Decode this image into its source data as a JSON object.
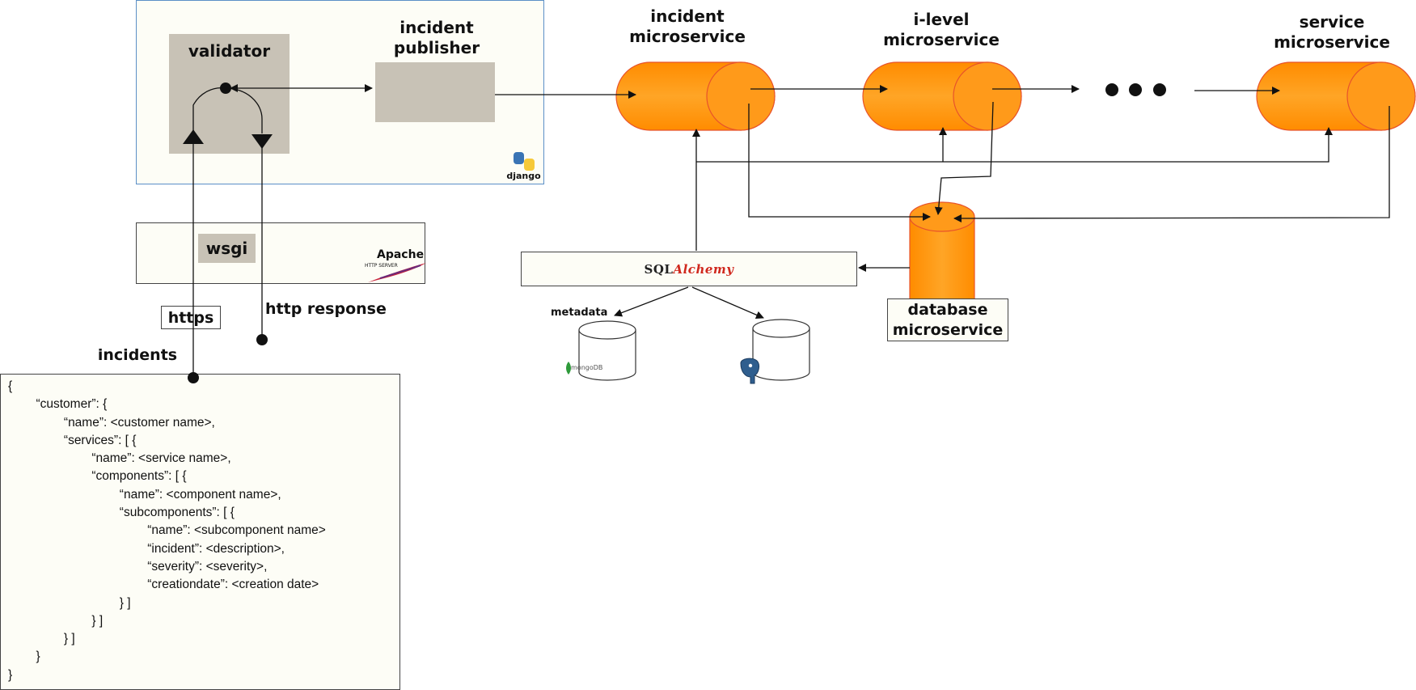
{
  "labels": {
    "validator": "validator",
    "incident_publisher": "incident\npublisher",
    "incident_microservice": "incident\nmicroservice",
    "i_level_microservice": "i-level\nmicroservice",
    "service_microservice": "service\nmicroservice",
    "wsgi": "wsgi",
    "apache": "Apache",
    "apache_sub": "HTTP SERVER",
    "django": "django",
    "https": "https",
    "http_response": "http response",
    "incidents": "incidents",
    "sqlalchemy_a": "SQL",
    "sqlalchemy_b": "Alchemy",
    "metadata": "metadata",
    "mongodb": "mongoDB",
    "database_microservice": "database\nmicroservice",
    "ellipsis": "● ● ●"
  },
  "json_payload": [
    "{",
    "        “customer”: {",
    "                “name”: <customer name>,",
    "                “services”: [ {",
    "                        “name”: <service name>,",
    "                        “components”: [ {",
    "                                “name”: <component name>,",
    "                                “subcomponents”: [ {",
    "                                        “name”: <subcomponent name>",
    "                                        “incident”: <description>,",
    "                                        “severity”: <severity>,",
    "                                        “creationdate”: <creation date>",
    "                                } ]",
    "                        } ]",
    "                } ]",
    "        }",
    "}"
  ],
  "colors": {
    "microservice_fill": "#ff9a1a",
    "microservice_stroke": "#e8532a",
    "component_box": "#c8c2b6",
    "django_border": "#5b8fc7"
  }
}
